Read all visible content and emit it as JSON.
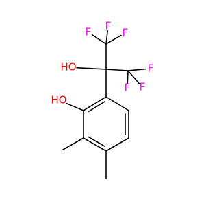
{
  "molecule": {
    "atoms": [
      {
        "id": "cq",
        "element": "C",
        "label": ""
      },
      {
        "id": "cf1",
        "element": "C",
        "label": ""
      },
      {
        "id": "cf2",
        "element": "C",
        "label": ""
      },
      {
        "id": "oh1",
        "element": "O",
        "label": "HO"
      },
      {
        "id": "f1",
        "element": "F",
        "label": "F"
      },
      {
        "id": "f2",
        "element": "F",
        "label": "F"
      },
      {
        "id": "f3",
        "element": "F",
        "label": "F"
      },
      {
        "id": "f4",
        "element": "F",
        "label": "F"
      },
      {
        "id": "f5",
        "element": "F",
        "label": "F"
      },
      {
        "id": "f6",
        "element": "F",
        "label": "F"
      },
      {
        "id": "r1",
        "element": "C",
        "label": ""
      },
      {
        "id": "r2",
        "element": "C",
        "label": ""
      },
      {
        "id": "r3",
        "element": "C",
        "label": ""
      },
      {
        "id": "r4",
        "element": "C",
        "label": ""
      },
      {
        "id": "r5",
        "element": "C",
        "label": ""
      },
      {
        "id": "r6",
        "element": "C",
        "label": ""
      },
      {
        "id": "oh2",
        "element": "O",
        "label": "HO"
      },
      {
        "id": "me1",
        "element": "C",
        "label": ""
      },
      {
        "id": "me2",
        "element": "C",
        "label": ""
      }
    ],
    "bonds": [
      {
        "a": "cq",
        "b": "cf1",
        "order": 1
      },
      {
        "a": "cq",
        "b": "cf2",
        "order": 1
      },
      {
        "a": "cq",
        "b": "oh1",
        "order": 1
      },
      {
        "a": "cq",
        "b": "r1",
        "order": 1
      },
      {
        "a": "cf1",
        "b": "f1",
        "order": 1
      },
      {
        "a": "cf1",
        "b": "f2",
        "order": 1
      },
      {
        "a": "cf1",
        "b": "f3",
        "order": 1
      },
      {
        "a": "cf2",
        "b": "f4",
        "order": 1
      },
      {
        "a": "cf2",
        "b": "f5",
        "order": 1
      },
      {
        "a": "cf2",
        "b": "f6",
        "order": 1
      },
      {
        "a": "r1",
        "b": "r2",
        "order": 2
      },
      {
        "a": "r2",
        "b": "r3",
        "order": 1
      },
      {
        "a": "r3",
        "b": "r4",
        "order": 2
      },
      {
        "a": "r4",
        "b": "r5",
        "order": 1
      },
      {
        "a": "r5",
        "b": "r6",
        "order": 2
      },
      {
        "a": "r6",
        "b": "r1",
        "order": 1
      },
      {
        "a": "r2",
        "b": "oh2",
        "order": 1
      },
      {
        "a": "r3",
        "b": "me1",
        "order": 1
      },
      {
        "a": "r4",
        "b": "me2",
        "order": 1
      }
    ],
    "colors": {
      "bond": "#000000",
      "O": "#ff0000",
      "F": "#ff00ff"
    }
  }
}
